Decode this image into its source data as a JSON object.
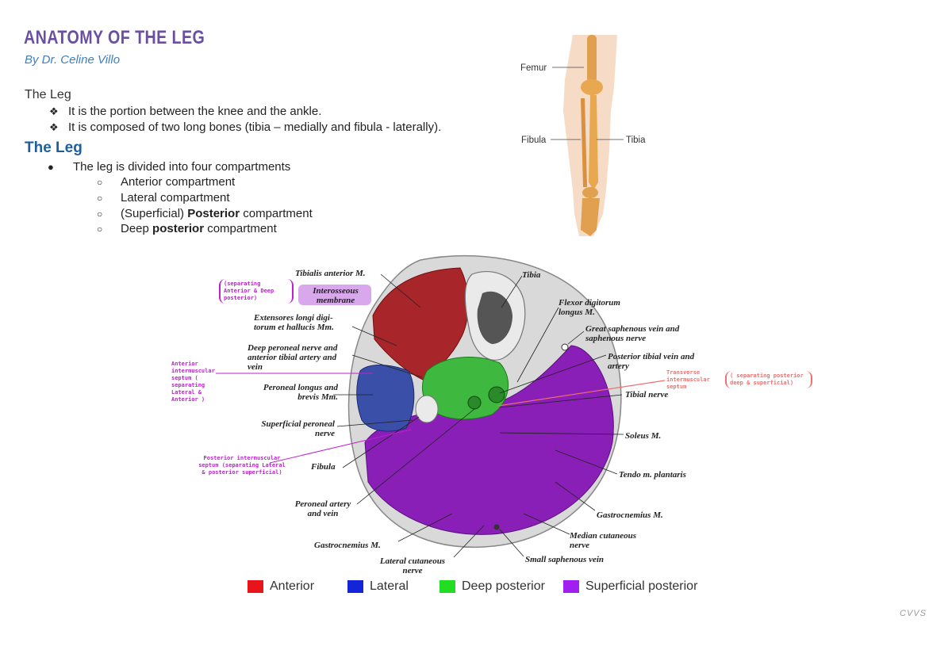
{
  "header": {
    "title": "ANATOMY OF THE LEG",
    "author": "By Dr. Celine Villo"
  },
  "section1": {
    "heading": "The Leg",
    "bullets": [
      "It is the portion between the knee and the ankle.",
      "It is composed of two long bones (tibia – medially and fibula - laterally)."
    ]
  },
  "section2": {
    "heading": "The Leg",
    "bullet": "The leg is divided into four compartments",
    "sub": [
      {
        "pre": "Anterior compartment",
        "bold": "",
        "post": ""
      },
      {
        "pre": "Lateral compartment",
        "bold": "",
        "post": ""
      },
      {
        "pre": "(Superficial) ",
        "bold": "Posterior",
        "post": " compartment"
      },
      {
        "pre": "Deep ",
        "bold": "posterior",
        "post": " compartment"
      }
    ]
  },
  "leg_figure": {
    "labels": [
      "Femur",
      "Fibula",
      "Tibia"
    ]
  },
  "cross_section": {
    "labels": {
      "tibialis_anterior": "Tibialis anterior M.",
      "interosseous": "Interosseous membrane",
      "extensores": "Extensores longi digi-torum et hallucis Mm.",
      "deep_peroneal": "Deep peroneal nerve and anterior tibial artery and vein",
      "peroneal_longus": "Peroneal longus and brevis Mm.",
      "superficial_peroneal": "Superficial peroneal nerve",
      "fibula": "Fibula",
      "peroneal_artery": "Peroneal artery and vein",
      "gastrocnemius_left": "Gastrocnemius M.",
      "lateral_cutaneous": "Lateral cutaneous nerve",
      "tibia": "Tibia",
      "flexor": "Flexor digitorum longus M.",
      "great_saphenous": "Great saphenous vein and saphenous nerve",
      "posterior_tibial": "Posterior tibial vein and artery",
      "tibial_nerve": "Tibial nerve",
      "soleus": "Soleus M.",
      "tendo": "Tendo m. plantaris",
      "gastrocnemius_right": "Gastrocnemius M.",
      "median_cutaneous": "Median cutaneous nerve",
      "small_saphenous": "Small saphenous vein"
    },
    "handwritten": {
      "note1": "(separating Anterior & Deep posterior)",
      "note2": "Anterior intermuscular septum ( separating Lateral & Anterior )",
      "note3": "Posterior intermuscular septum (separating Lateral & posterior superficial)",
      "note4": "Transverse intermuscular septum",
      "note5": "( separating posterior deep & superficial)"
    },
    "legend": [
      {
        "label": "Anterior",
        "color": "#e8141c"
      },
      {
        "label": "Lateral",
        "color": "#1226d8"
      },
      {
        "label": "Deep posterior",
        "color": "#22dd22"
      },
      {
        "label": "Superficial posterior",
        "color": "#a020f0"
      }
    ]
  },
  "footer": {
    "mark": "CVVS"
  },
  "colors": {
    "title": "#6b4fa0",
    "byline": "#3f7fc0",
    "heading_blue": "#1f5e9c",
    "handwriting_purple": "#c020d0",
    "handwriting_pink": "#f07070"
  }
}
